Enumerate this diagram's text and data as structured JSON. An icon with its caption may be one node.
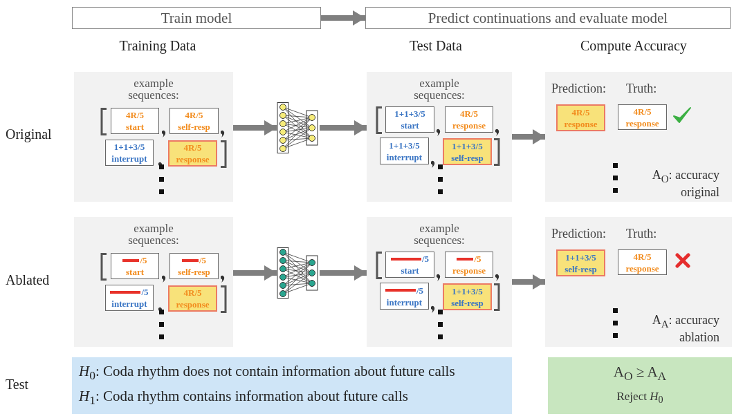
{
  "diagram": {
    "nodes": [
      {
        "text": [
          "Train model"
        ]
      },
      {
        "text": [
          "Predict continuations and evaluate model"
        ]
      },
      {
        "text": [
          "example sequences:"
        ]
      },
      {
        "text": [
          "4R/5",
          "start"
        ],
        "in": 2
      },
      {
        "text": [
          "4R/5",
          "self-resp"
        ],
        "in": 2
      },
      {
        "text": [
          "1+1+3/5",
          "interrupt"
        ],
        "in": 2
      },
      {
        "text": [
          "4R/5",
          "response"
        ],
        "in": 2
      },
      {
        "text": [],
        "shape": "network"
      },
      {
        "text": [
          "example sequences:"
        ]
      },
      {
        "text": [
          "1+1+3/5",
          "start"
        ],
        "in": 8
      },
      {
        "text": [
          "4R/5",
          "response"
        ],
        "in": 8
      },
      {
        "text": [
          "1+1+3/5",
          "interrupt"
        ],
        "in": 8
      },
      {
        "text": [
          "1+1+3/5",
          "self-resp"
        ],
        "in": 8
      },
      {
        "text": [
          "Prediction:",
          "Truth:",
          "A$_{O}$: accuracy original"
        ]
      },
      {
        "text": [
          "4R/5",
          "response"
        ],
        "in": 13
      },
      {
        "text": [
          "4R/5",
          "response"
        ],
        "in": 13
      },
      {
        "text": [
          "example sequences:"
        ]
      },
      {
        "text": [
          "/5",
          "start"
        ],
        "in": 16
      },
      {
        "text": [
          "/5",
          "self-resp"
        ],
        "in": 16
      },
      {
        "text": [
          "/5",
          "interrupt"
        ],
        "in": 16
      },
      {
        "text": [
          "4R/5",
          "response"
        ],
        "in": 16
      },
      {
        "text": [],
        "shape": "network"
      },
      {
        "text": [
          "example sequences:"
        ]
      },
      {
        "text": [
          "/5",
          "start"
        ],
        "in": 22
      },
      {
        "text": [
          "/5",
          "response"
        ],
        "in": 22
      },
      {
        "text": [
          "/5",
          "interrupt"
        ],
        "in": 22
      },
      {
        "text": [
          "1+1+3/5",
          "self-resp"
        ],
        "in": 22
      },
      {
        "text": [
          "Prediction:",
          "Truth:",
          "A$_{A}$: accuracy ablation"
        ]
      },
      {
        "text": [
          "1+1+3/5",
          "self-resp"
        ],
        "in": 27
      },
      {
        "text": [
          "4R/5",
          "response"
        ],
        "in": 27
      },
      {
        "text": [
          "*H*$_{0}$: Coda rhythm does not contain information about future calls",
          "*H*$_{1}$: Coda rhythm contains information about future calls"
        ]
      },
      {
        "text": [
          "A$_{O}$ ≥ A$_{A}$",
          "Reject *H*$_{0}$"
        ]
      }
    ],
    "edges": [
      {
        "from": 0,
        "to": 1,
        "arrow": "to"
      },
      {
        "from": 2,
        "to": 7,
        "arrow": "to"
      },
      {
        "from": 7,
        "to": 8,
        "arrow": "to"
      },
      {
        "from": 8,
        "to": 13,
        "arrow": "to"
      },
      {
        "from": 16,
        "to": 21,
        "arrow": "to"
      },
      {
        "from": 21,
        "to": 22,
        "arrow": "to"
      },
      {
        "from": 22,
        "to": 27,
        "arrow": "to"
      }
    ],
    "labels": [
      "Training Data",
      "Test Data",
      "Compute Accuracy",
      "Original",
      "Ablated",
      "Test"
    ]
  }
}
